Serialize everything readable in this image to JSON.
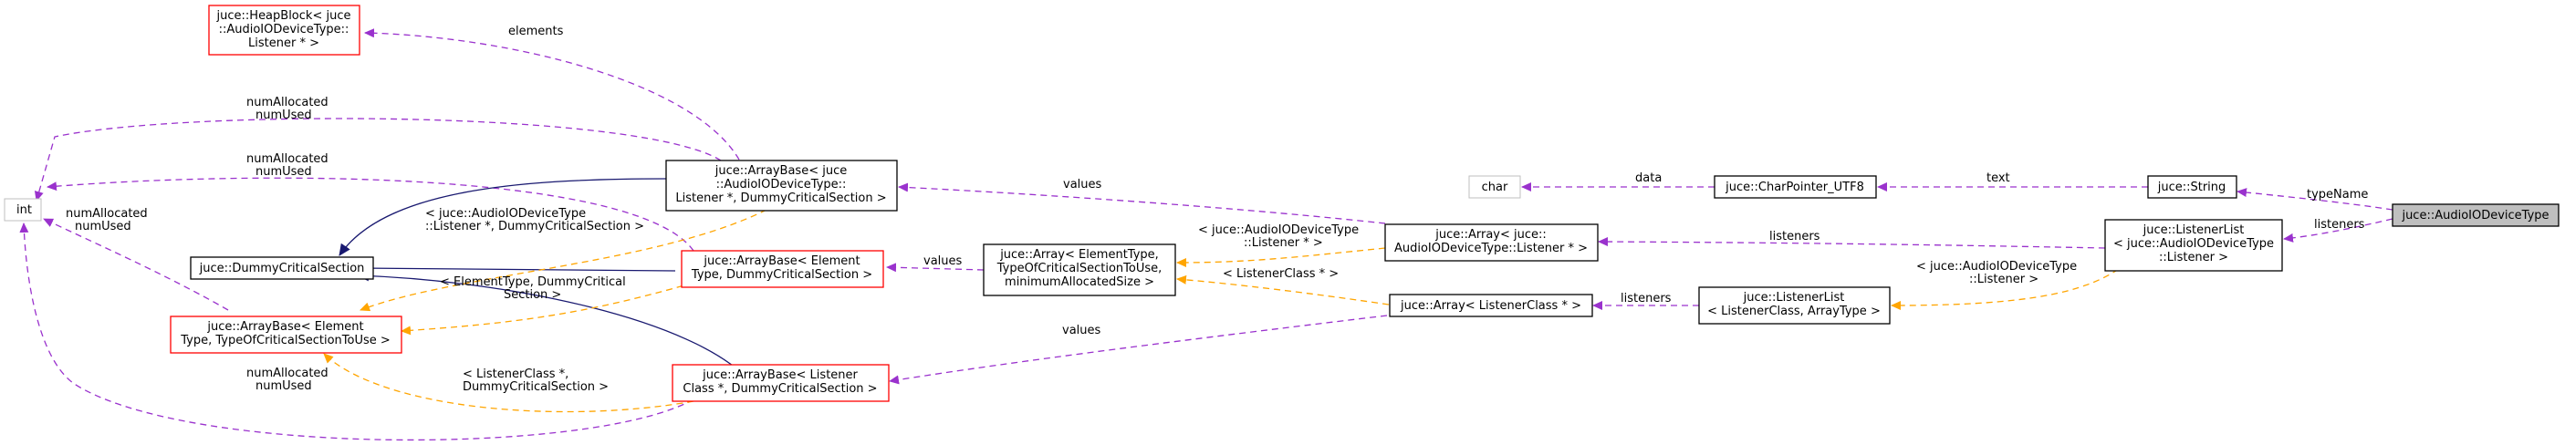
{
  "nodes": {
    "int": "int",
    "char": "char",
    "heapblock": [
      "juce::HeapBlock< juce",
      "::AudioIODeviceType::",
      "Listener * >"
    ],
    "arraybase_listener_ptr": [
      "juce::ArrayBase< juce",
      "::AudioIODeviceType::",
      "Listener *, DummyCriticalSection >"
    ],
    "dummy_cs": "juce::DummyCriticalSection",
    "arraybase_elem_tcs": [
      "juce::ArrayBase< Element",
      "Type, TypeOfCriticalSectionToUse >"
    ],
    "arraybase_elem_dummy": [
      "juce::ArrayBase< Element",
      "Type, DummyCriticalSection >"
    ],
    "arraybase_listenerclass": [
      "juce::ArrayBase< Listener",
      "Class *, DummyCriticalSection >"
    ],
    "array_generic": [
      "juce::Array< ElementType,",
      "TypeOfCriticalSectionToUse,",
      "minimumAllocatedSize >"
    ],
    "array_listener_ptr": [
      "juce::Array< juce::",
      "AudioIODeviceType::Listener * >"
    ],
    "array_listenerclass": "juce::Array< ListenerClass * >",
    "charpointer": "juce::CharPointer_UTF8",
    "listenerlist_generic": [
      "juce::ListenerList",
      "< ListenerClass, ArrayType >"
    ],
    "string": "juce::String",
    "listenerlist_adt": [
      "juce::ListenerList",
      "< juce::AudioIODeviceType",
      "::Listener >"
    ],
    "audioiodevicetype": "juce::AudioIODeviceType"
  },
  "edge_labels": {
    "elements": "elements",
    "numAllocated_numUsed_top": [
      "numAllocated",
      "numUsed"
    ],
    "numAllocated_numUsed_mid": [
      "numAllocated",
      "numUsed"
    ],
    "numAllocated_numUsed_left": [
      "numAllocated",
      "numUsed"
    ],
    "numAllocated_numUsed_bottom": [
      "numAllocated",
      "numUsed"
    ],
    "values_top": "values",
    "values_mid": "values",
    "values_bottom": "values",
    "tmpl_listener_dummy": [
      "< juce::AudioIODeviceType",
      "::Listener *, DummyCriticalSection >"
    ],
    "tmpl_elem_dummy": [
      "< ElementType, DummyCritical",
      "Section >"
    ],
    "tmpl_listenerclass_dummy": [
      "< ListenerClass *,",
      "DummyCriticalSection >"
    ],
    "tmpl_adt_listener_ptr": [
      "< juce::AudioIODeviceType",
      "::Listener * >"
    ],
    "tmpl_listenerclass_ptr": "< ListenerClass * >",
    "tmpl_adt_listener": [
      "< juce::AudioIODeviceType",
      "::Listener >"
    ],
    "data": "data",
    "text": "text",
    "typeName": "typeName",
    "listeners_right": "listeners",
    "listeners_mid": "listeners",
    "listeners_low": "listeners"
  },
  "colors": {
    "usage_edge": "#9a32cd",
    "template_edge": "#ffa500",
    "inherit_edge": "#191970",
    "node_red_border": "#ff0000",
    "node_black_border": "#000000",
    "node_gray_border": "#bfbfbf",
    "highlight_fill": "#bfbfbf"
  }
}
